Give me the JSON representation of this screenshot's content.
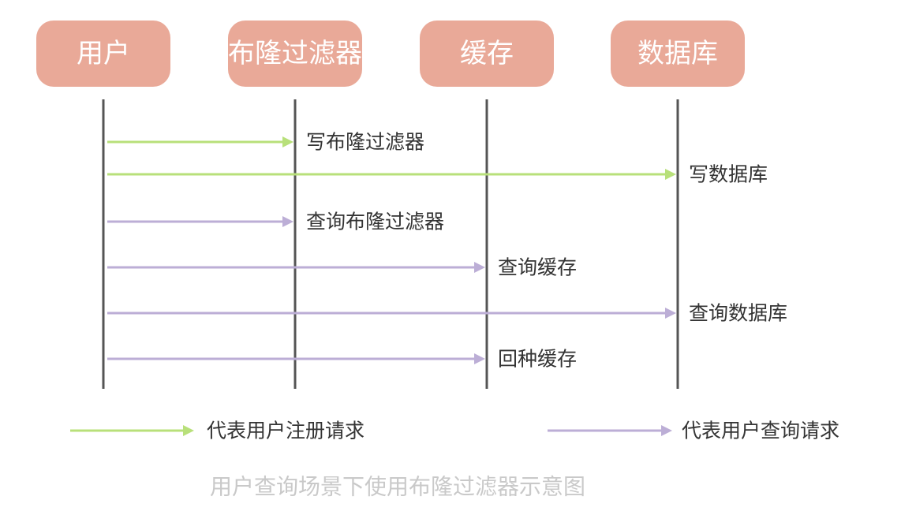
{
  "actors": [
    {
      "label": "用户"
    },
    {
      "label": "布隆过滤器"
    },
    {
      "label": "缓存"
    },
    {
      "label": "数据库"
    }
  ],
  "messages": [
    {
      "from": 0,
      "to": 1,
      "kind": "register",
      "label": "写布隆过滤器"
    },
    {
      "from": 0,
      "to": 3,
      "kind": "register",
      "label": "写数据库"
    },
    {
      "from": 0,
      "to": 1,
      "kind": "query",
      "label": "查询布隆过滤器"
    },
    {
      "from": 0,
      "to": 2,
      "kind": "query",
      "label": "查询缓存"
    },
    {
      "from": 0,
      "to": 3,
      "kind": "query",
      "label": "查询数据库"
    },
    {
      "from": 0,
      "to": 2,
      "kind": "query",
      "label": "回种缓存"
    }
  ],
  "legend": {
    "register": {
      "label": "代表用户注册请求",
      "color": "#b8e07a"
    },
    "query": {
      "label": "代表用户查询请求",
      "color": "#bcaed6"
    }
  },
  "caption": "用户查询场景下使用布隆过滤器示意图",
  "colors": {
    "actor_fill": "#e9a998",
    "actor_text": "#ffffff",
    "lifeline": "#555555",
    "caption": "#c9c9c9"
  }
}
